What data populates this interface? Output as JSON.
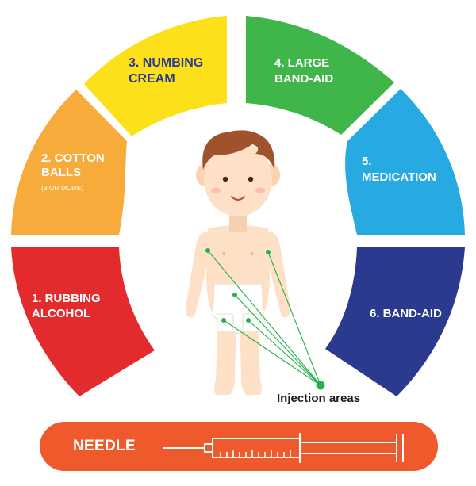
{
  "segments": [
    {
      "number": "1.",
      "line1": "RUBBING",
      "line2": "ALCOHOL",
      "sub": "",
      "color": "#e32a2d",
      "text_color": "#ffffff"
    },
    {
      "number": "2.",
      "line1": "COTTON",
      "line2": "BALLS",
      "sub": "(3 OR MORE)",
      "color": "#f6ab3b",
      "text_color": "#ffffff"
    },
    {
      "number": "3.",
      "line1": "NUMBING",
      "line2": "CREAM",
      "sub": "",
      "color": "#fce01a",
      "text_color": "#2b3990"
    },
    {
      "number": "4.",
      "line1": "LARGE",
      "line2": "BAND-AID",
      "sub": "",
      "color": "#3fb54a",
      "text_color": "#ffffff"
    },
    {
      "number": "5.",
      "line1": "",
      "line2": "MEDICATION",
      "sub": "",
      "color": "#27aae1",
      "text_color": "#ffffff"
    },
    {
      "number": "6.",
      "line1": "BAND-AID",
      "line2": "",
      "sub": "",
      "color": "#2b3a8f",
      "text_color": "#ffffff"
    }
  ],
  "injection_label": "Injection areas",
  "needle_label": "NEEDLE",
  "colors": {
    "needle_bar": "#ee5a2c",
    "callout": "#22b14c",
    "skin": "#fde0c5",
    "hair": "#a0522d",
    "diaper": "#ffffff"
  }
}
